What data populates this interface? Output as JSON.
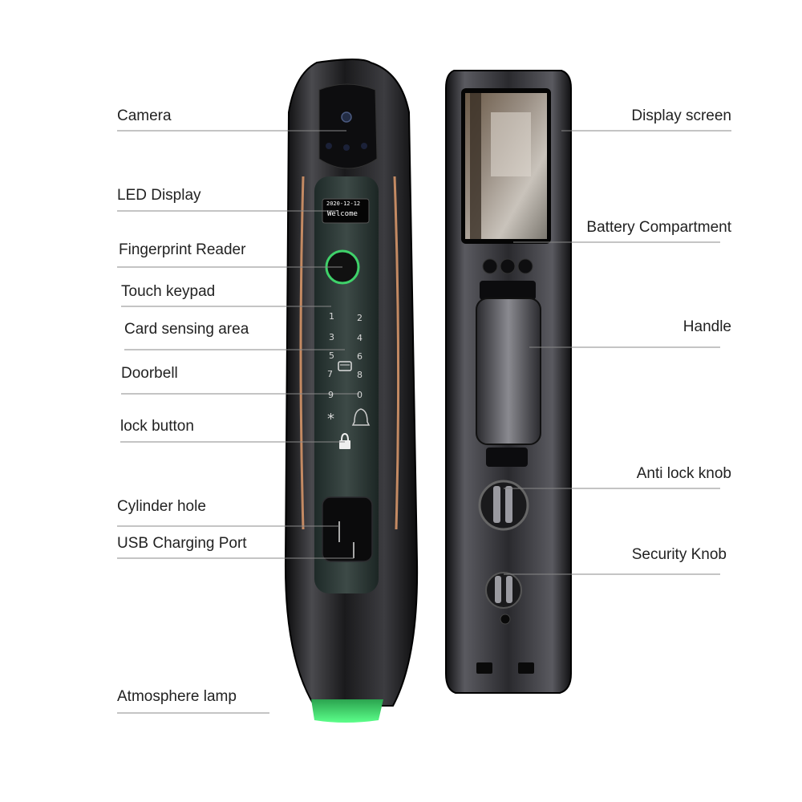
{
  "labels_left": {
    "camera": "Camera",
    "led_display": "LED Display",
    "fingerprint_reader": "Fingerprint Reader",
    "touch_keypad": "Touch keypad",
    "card_sensing_area": "Card sensing area",
    "doorbell": "Doorbell",
    "lock_button": "lock button",
    "cylinder_hole": "Cylinder hole",
    "usb_charging_port": "USB Charging Port",
    "atmosphere_lamp": "Atmosphere lamp"
  },
  "labels_right": {
    "display_screen": "Display screen",
    "battery_compartment": "Battery Compartment",
    "handle": "Handle",
    "anti_lock_knob": "Anti lock knob",
    "security_knob": "Security Knob"
  },
  "led_screen": {
    "date": "2020-12-12",
    "message": "Welcome"
  },
  "keypad": {
    "keys": [
      "1",
      "2",
      "3",
      "4",
      "5",
      "6",
      "7",
      "8",
      "9",
      "0",
      "*"
    ]
  },
  "colors": {
    "body": "#1b1b1d",
    "rose_gold_trim": "#c48a63",
    "fingerprint_ring": "#3fd26a",
    "atmosphere_lamp": "#35e06a",
    "leader_line": "#888888"
  },
  "icons": {
    "card": "card-icon",
    "doorbell": "bell-icon",
    "lock": "padlock-icon"
  }
}
